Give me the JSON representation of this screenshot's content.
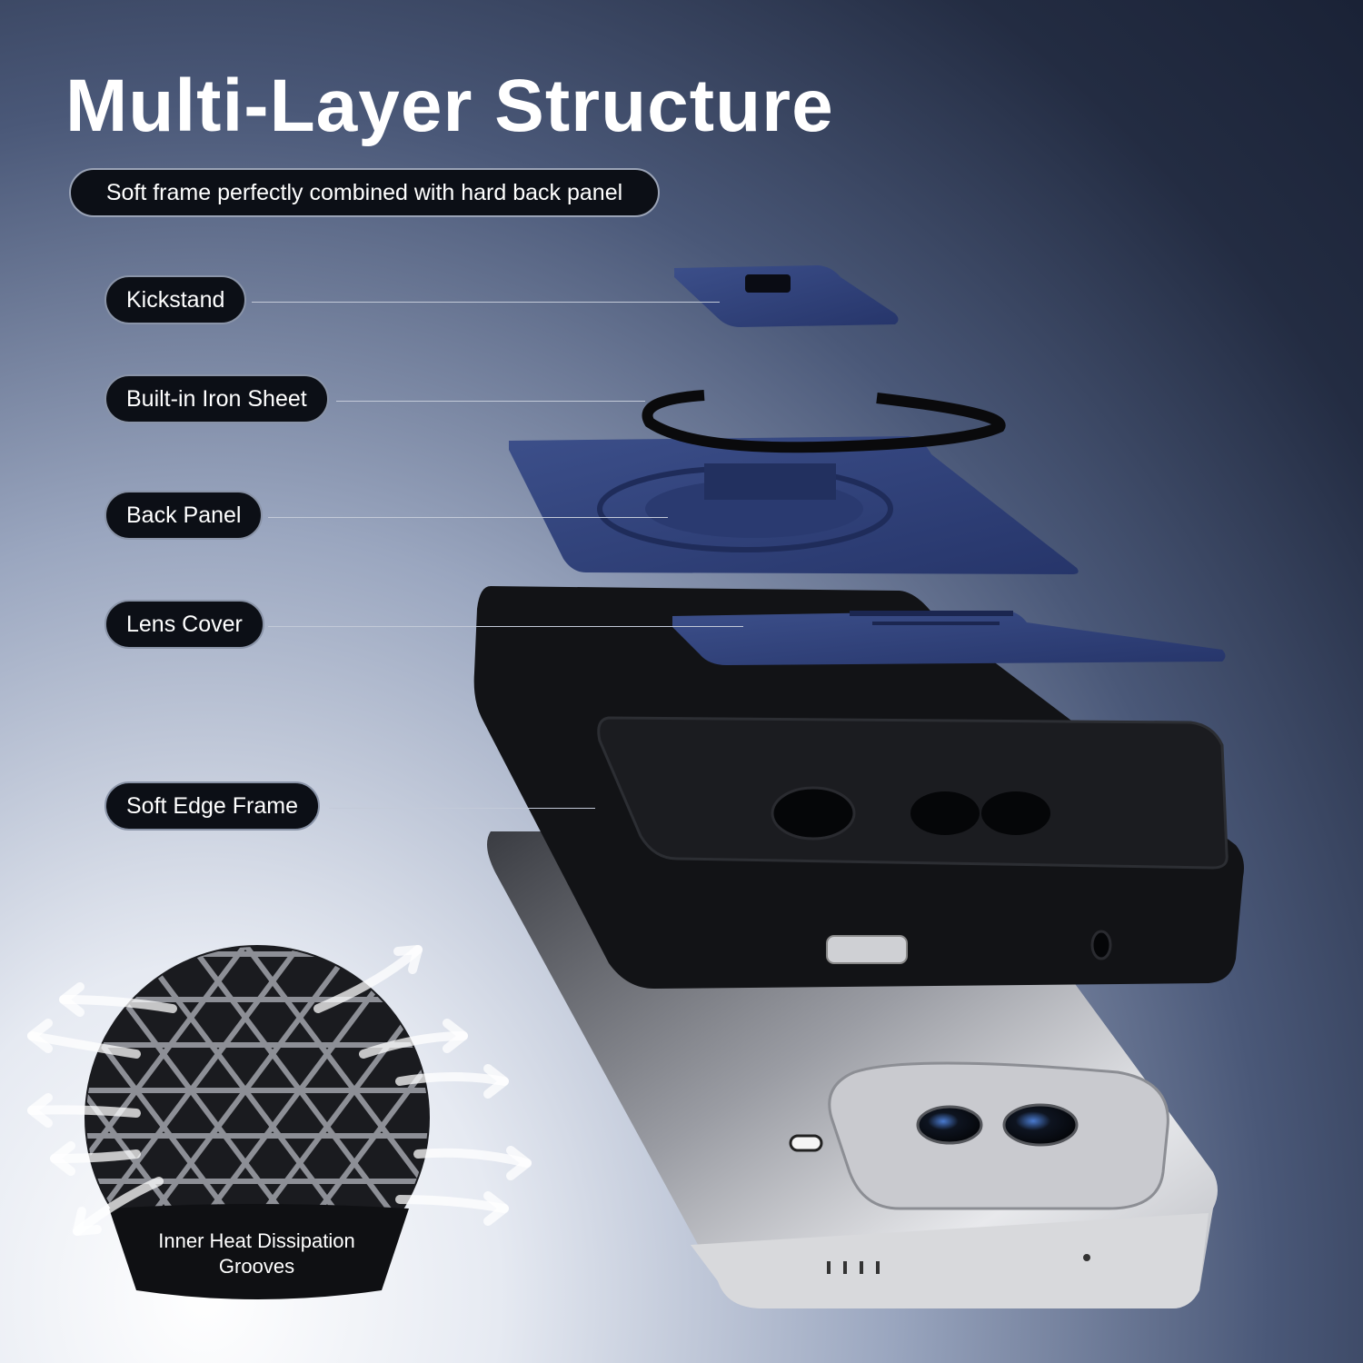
{
  "title": "Multi-Layer Structure",
  "subtitle": "Soft frame perfectly combined with hard back panel",
  "labels": {
    "kickstand": "Kickstand",
    "iron_sheet": "Built-in Iron Sheet",
    "back_panel": "Back Panel",
    "lens_cover": "Lens Cover",
    "soft_edge_frame": "Soft Edge Frame"
  },
  "detail": {
    "caption": "Inner Heat Dissipation Grooves"
  },
  "colors": {
    "navy_accent": "#2e3f74",
    "case_black": "#121316",
    "label_bg": "#0c0f16"
  }
}
